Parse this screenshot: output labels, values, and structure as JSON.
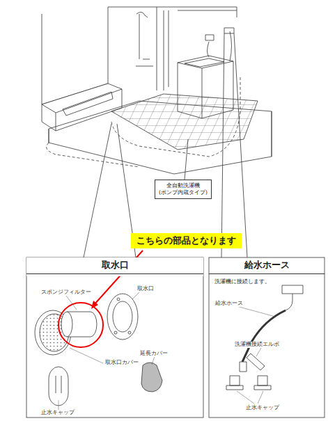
{
  "diagram": {
    "nodes": [
      {
        "text": [
          "全自動洗濯機",
          "(ポンプ内蔵タイプ)"
        ]
      },
      {
        "text": [
          "こちらの部品となります"
        ]
      },
      {
        "text": [
          "取水口"
        ]
      },
      {
        "text": [
          "給水ホース",
          "洗濯機に接続します。"
        ]
      }
    ],
    "labels": [
      "スポンジフィルター",
      "取水口",
      "取水口カバー",
      "止水キャップ",
      "延長カバー",
      "給水ホース",
      "洗濯機接続エルボ",
      "止水キャップ"
    ]
  }
}
